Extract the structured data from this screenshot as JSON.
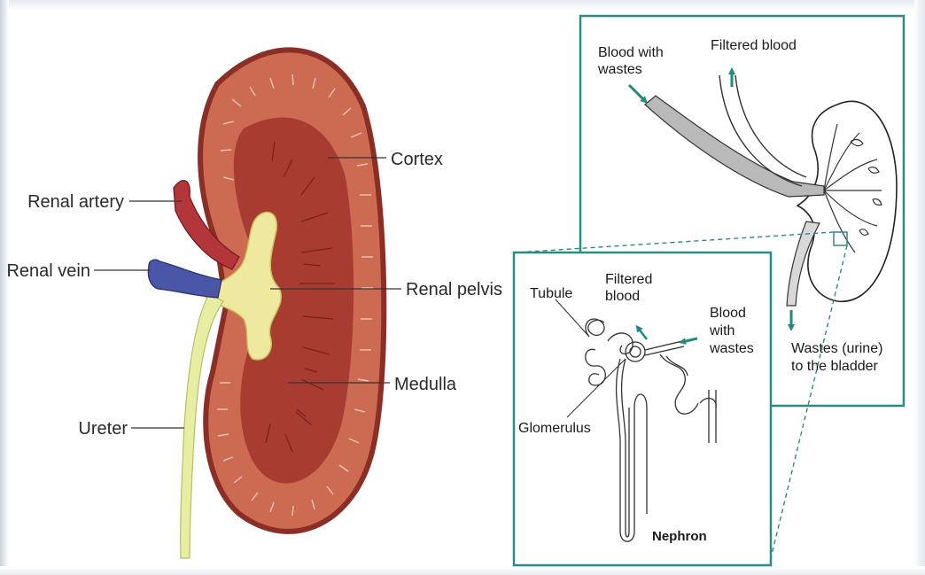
{
  "left_diagram": {
    "labels": {
      "renal_artery": "Renal artery",
      "renal_vein": "Renal vein",
      "ureter": "Ureter",
      "cortex": "Cortex",
      "renal_pelvis": "Renal pelvis",
      "medulla": "Medulla"
    }
  },
  "kidney_inset": {
    "labels": {
      "blood_with_wastes_1": "Blood with",
      "blood_with_wastes_2": "wastes",
      "filtered_blood": "Filtered blood",
      "wastes_urine_1": "Wastes (urine)",
      "wastes_urine_2": "to the bladder"
    }
  },
  "nephron_inset": {
    "labels": {
      "tubule": "Tubule",
      "filtered_1": "Filtered",
      "filtered_2": "blood",
      "blood_1": "Blood",
      "blood_2": "with",
      "blood_3": "wastes",
      "glomerulus": "Glomerulus",
      "nephron": "Nephron"
    }
  },
  "colors": {
    "cortex": "#cc6a52",
    "cortex_rim": "#8a2e26",
    "medulla": "#a83c30",
    "pelvis": "#efe9a0",
    "ureter": "#e7eea4",
    "artery": "#b2363a",
    "vein": "#4a56a8",
    "inset_border": "#2a8a86",
    "arrow": "#1f8a7e"
  }
}
